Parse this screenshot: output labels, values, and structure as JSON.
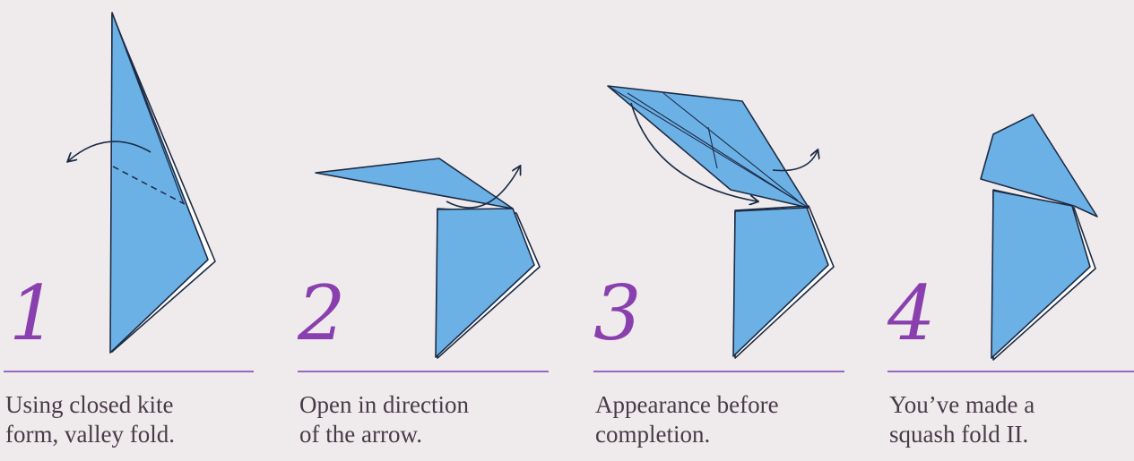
{
  "colors": {
    "background": "#efebec",
    "paper_blue": "#6cb1e6",
    "paper_outline": "#1c2b45",
    "step_number": "#8a3fae",
    "rule": "#9966c2",
    "caption_text": "#4a3a48"
  },
  "steps": [
    {
      "number": "1",
      "caption": [
        "Using closed kite",
        "form, valley fold."
      ]
    },
    {
      "number": "2",
      "caption": [
        "Open in direction",
        "of the arrow."
      ]
    },
    {
      "number": "3",
      "caption": [
        "Appearance before",
        "completion."
      ]
    },
    {
      "number": "4",
      "caption": [
        "You’ve made a",
        "squash fold II."
      ]
    }
  ]
}
